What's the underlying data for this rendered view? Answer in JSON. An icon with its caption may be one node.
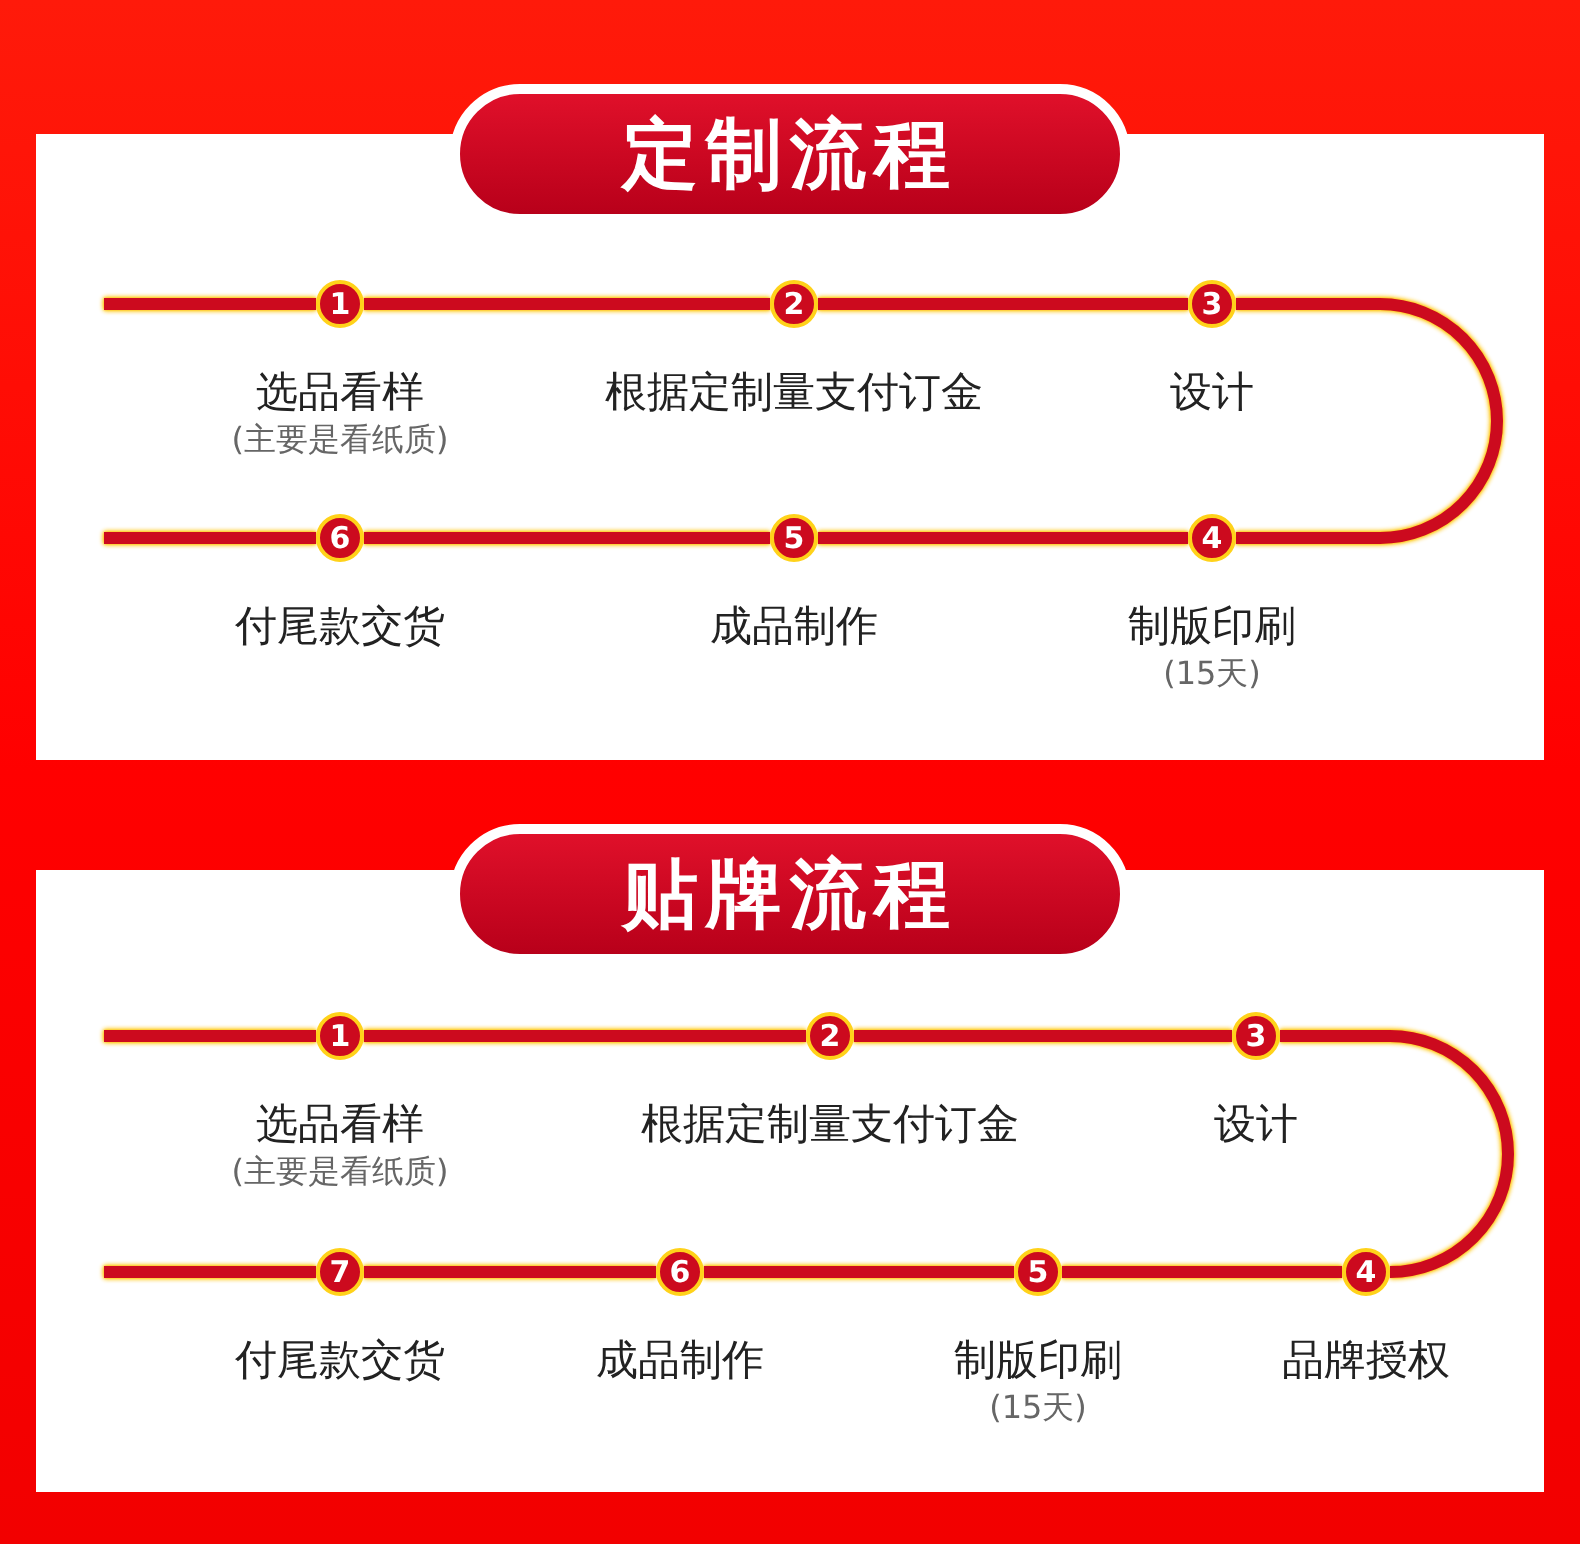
{
  "diagram": {
    "nodes": [
      {
        "text": [
          "定制流程"
        ]
      },
      {
        "text": [
          "1"
        ],
        "in": 0,
        "beside": [
          "选品看样",
          "(主要是看纸质)"
        ]
      },
      {
        "text": [
          "2"
        ],
        "in": 0,
        "beside": [
          "根据定制量支付订金"
        ]
      },
      {
        "text": [
          "3"
        ],
        "in": 0,
        "beside": [
          "设计"
        ]
      },
      {
        "text": [
          "4"
        ],
        "in": 0,
        "beside": [
          "制版印刷",
          "(15天)"
        ]
      },
      {
        "text": [
          "5"
        ],
        "in": 0,
        "beside": [
          "成品制作"
        ]
      },
      {
        "text": [
          "6"
        ],
        "in": 0,
        "beside": [
          "付尾款交货"
        ]
      },
      {
        "text": [
          "贴牌流程"
        ]
      },
      {
        "text": [
          "1"
        ],
        "in": 7,
        "beside": [
          "选品看样",
          "(主要是看纸质)"
        ]
      },
      {
        "text": [
          "2"
        ],
        "in": 7,
        "beside": [
          "根据定制量支付订金"
        ]
      },
      {
        "text": [
          "3"
        ],
        "in": 7,
        "beside": [
          "设计"
        ]
      },
      {
        "text": [
          "4"
        ],
        "in": 7,
        "beside": [
          "品牌授权"
        ]
      },
      {
        "text": [
          "5"
        ],
        "in": 7,
        "beside": [
          "制版印刷",
          "(15天)"
        ]
      },
      {
        "text": [
          "6"
        ],
        "in": 7,
        "beside": [
          "成品制作"
        ]
      },
      {
        "text": [
          "7"
        ],
        "in": 7,
        "beside": [
          "付尾款交货"
        ]
      }
    ],
    "edges": [
      {
        "from": null,
        "to": 1,
        "arrow": "none"
      },
      {
        "from": 1,
        "to": 2,
        "arrow": "none"
      },
      {
        "from": 2,
        "to": 3,
        "arrow": "none"
      },
      {
        "from": 3,
        "to": 4,
        "arrow": "none"
      },
      {
        "from": 4,
        "to": 5,
        "arrow": "none"
      },
      {
        "from": 5,
        "to": 6,
        "arrow": "none"
      },
      {
        "from": 6,
        "to": null,
        "arrow": "none"
      },
      {
        "from": null,
        "to": 8,
        "arrow": "none"
      },
      {
        "from": 8,
        "to": 9,
        "arrow": "none"
      },
      {
        "from": 9,
        "to": 10,
        "arrow": "none"
      },
      {
        "from": 10,
        "to": 11,
        "arrow": "none"
      },
      {
        "from": 11,
        "to": 12,
        "arrow": "none"
      },
      {
        "from": 12,
        "to": 13,
        "arrow": "none"
      },
      {
        "from": 13,
        "to": 14,
        "arrow": "none"
      },
      {
        "from": 14,
        "to": null,
        "arrow": "none"
      }
    ]
  }
}
